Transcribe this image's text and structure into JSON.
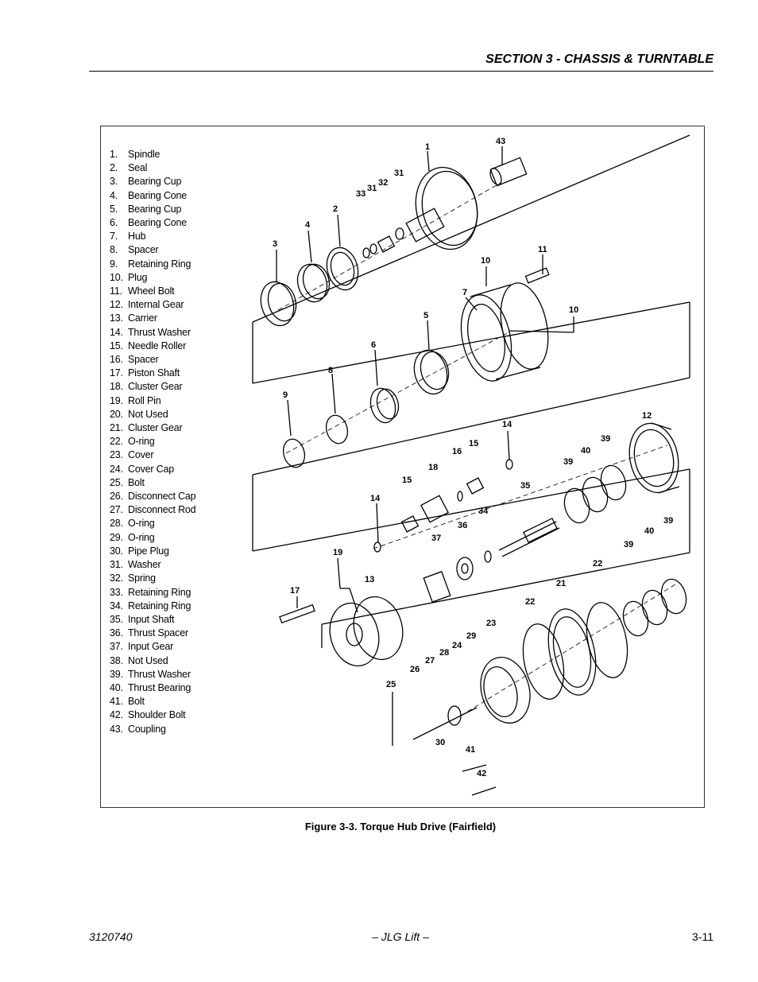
{
  "header": {
    "section_title": "SECTION 3 - CHASSIS & TURNTABLE"
  },
  "parts": [
    {
      "num": "1.",
      "label": "Spindle"
    },
    {
      "num": "2.",
      "label": "Seal"
    },
    {
      "num": "3.",
      "label": "Bearing Cup"
    },
    {
      "num": "4.",
      "label": "Bearing Cone"
    },
    {
      "num": "5.",
      "label": "Bearing Cup"
    },
    {
      "num": "6.",
      "label": "Bearing Cone"
    },
    {
      "num": "7.",
      "label": "Hub"
    },
    {
      "num": "8.",
      "label": "Spacer"
    },
    {
      "num": "9.",
      "label": "Retaining Ring"
    },
    {
      "num": "10.",
      "label": "Plug"
    },
    {
      "num": "11.",
      "label": "Wheel Bolt"
    },
    {
      "num": "12.",
      "label": "Internal Gear"
    },
    {
      "num": "13.",
      "label": "Carrier"
    },
    {
      "num": "14.",
      "label": "Thrust Washer"
    },
    {
      "num": "15.",
      "label": "Needle Roller"
    },
    {
      "num": "16.",
      "label": "Spacer"
    },
    {
      "num": "17.",
      "label": "Piston Shaft"
    },
    {
      "num": "18.",
      "label": "Cluster Gear"
    },
    {
      "num": "19.",
      "label": "Roll Pin"
    },
    {
      "num": "20.",
      "label": "Not Used"
    },
    {
      "num": "21.",
      "label": "Cluster Gear"
    },
    {
      "num": "22.",
      "label": "O-ring"
    },
    {
      "num": "23.",
      "label": "Cover"
    },
    {
      "num": "24.",
      "label": "Cover Cap"
    },
    {
      "num": "25.",
      "label": "Bolt"
    },
    {
      "num": "26.",
      "label": "Disconnect Cap"
    },
    {
      "num": "27.",
      "label": "Disconnect Rod"
    },
    {
      "num": "28.",
      "label": "O-ring"
    },
    {
      "num": "29.",
      "label": "O-ring"
    },
    {
      "num": "30.",
      "label": "Pipe Plug"
    },
    {
      "num": "31.",
      "label": "Washer"
    },
    {
      "num": "32.",
      "label": "Spring"
    },
    {
      "num": "33.",
      "label": "Retaining Ring"
    },
    {
      "num": "34.",
      "label": "Retaining Ring"
    },
    {
      "num": "35.",
      "label": "Input Shaft"
    },
    {
      "num": "36.",
      "label": "Thrust Spacer"
    },
    {
      "num": "37.",
      "label": "Input Gear"
    },
    {
      "num": "38.",
      "label": "Not Used"
    },
    {
      "num": "39.",
      "label": "Thrust Washer"
    },
    {
      "num": "40.",
      "label": "Thrust Bearing"
    },
    {
      "num": "41.",
      "label": "Bolt"
    },
    {
      "num": "42.",
      "label": "Shoulder Bolt"
    },
    {
      "num": "43.",
      "label": "Coupling"
    }
  ],
  "callouts": {
    "c1": "1",
    "c43": "43",
    "c31a": "31",
    "c31b": "31",
    "c32": "32",
    "c33": "33",
    "c2": "2",
    "c4": "4",
    "c3": "3",
    "c11": "11",
    "c10a": "10",
    "c7": "7",
    "c10b": "10",
    "c5": "5",
    "c6": "6",
    "c8": "8",
    "c9": "9",
    "c12": "12",
    "c14a": "14",
    "c39a": "39",
    "c40a": "40",
    "c39b": "39",
    "c15a": "15",
    "c16": "16",
    "c18": "18",
    "c15b": "15",
    "c35": "35",
    "c14b": "14",
    "c34": "34",
    "c36": "36",
    "c37": "37",
    "c19": "19",
    "c13": "13",
    "c17": "17",
    "c22a": "22",
    "c21": "21",
    "c22b": "22",
    "c40b": "40",
    "c39c": "39",
    "c39d": "39",
    "c23": "23",
    "c29": "29",
    "c24": "24",
    "c28": "28",
    "c27": "27",
    "c26": "26",
    "c25": "25",
    "c30": "30",
    "c41": "41",
    "c42": "42"
  },
  "figure": {
    "caption": "Figure 3-3.  Torque Hub Drive (Fairfield)"
  },
  "footer": {
    "doc_number": "3120740",
    "publisher": "– JLG Lift –",
    "page_number": "3-11"
  }
}
